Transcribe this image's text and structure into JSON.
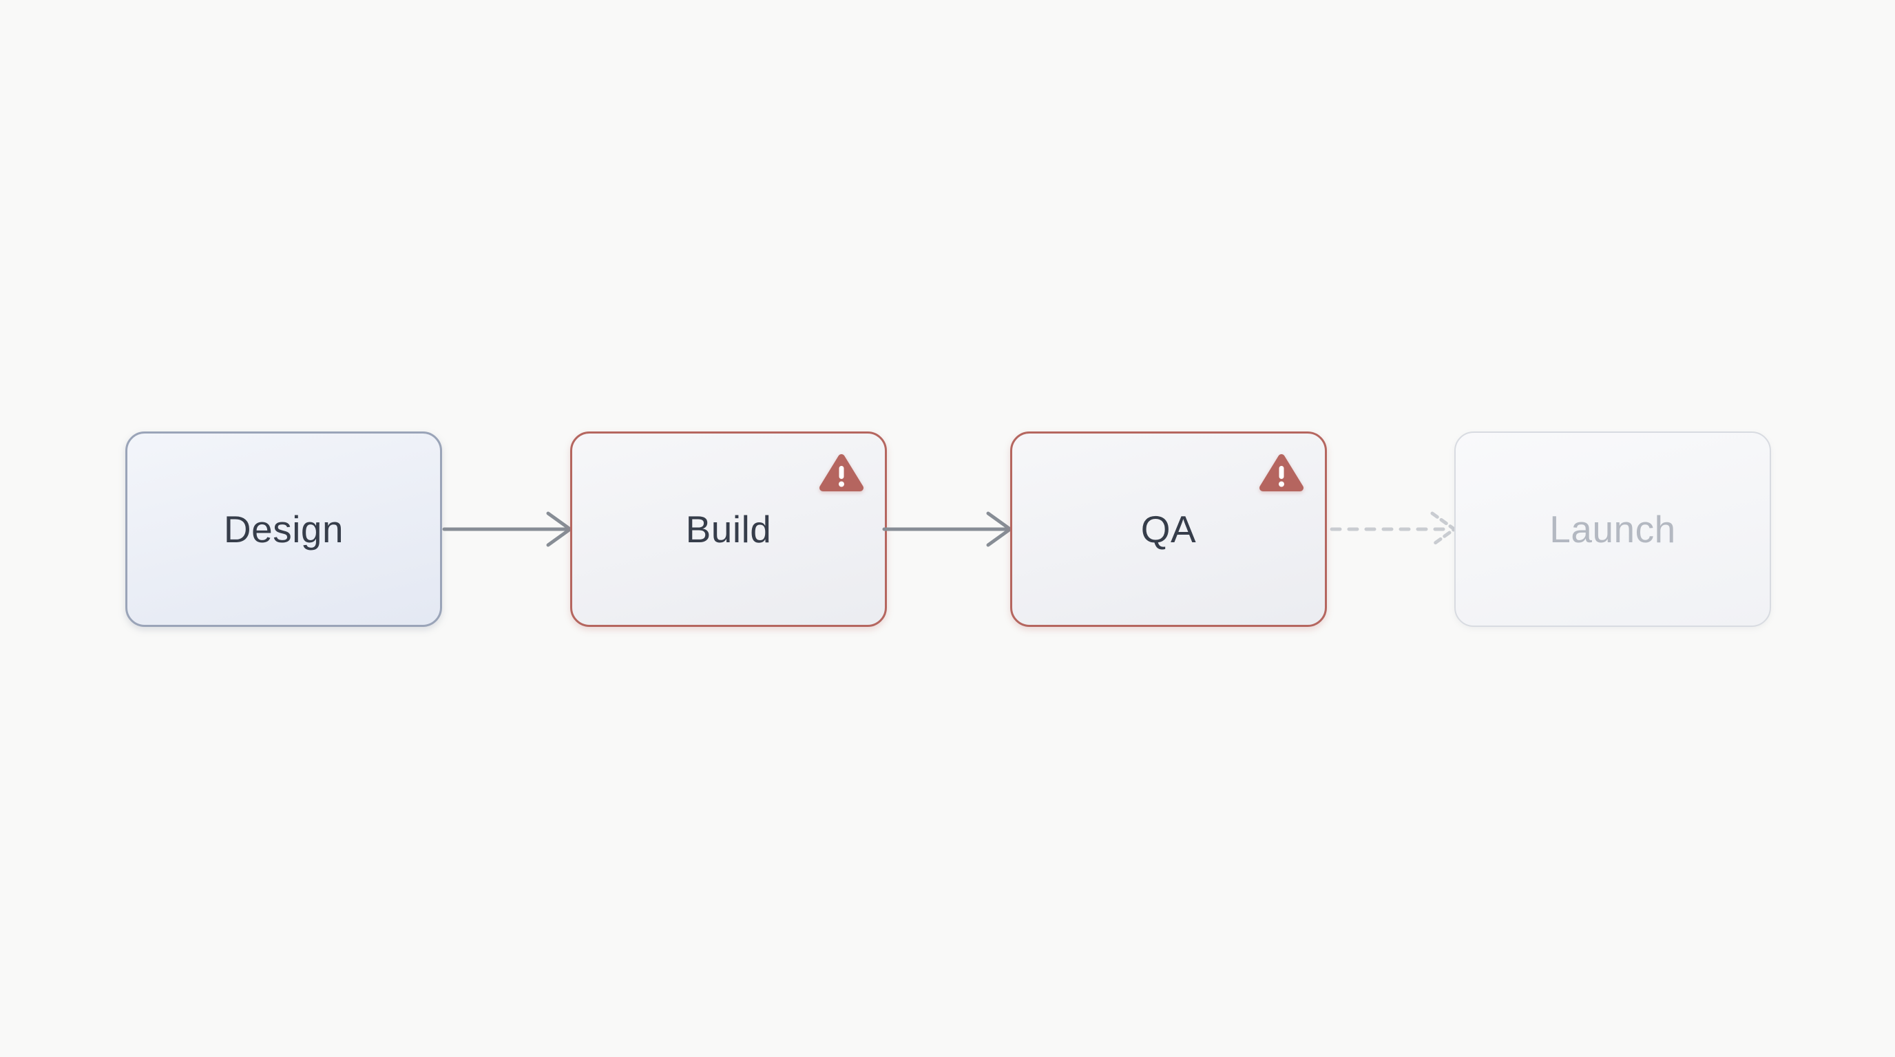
{
  "diagram": {
    "nodes": [
      {
        "id": "design",
        "label": "Design",
        "status": "normal",
        "warning": false
      },
      {
        "id": "build",
        "label": "Build",
        "status": "error",
        "warning": true
      },
      {
        "id": "qa",
        "label": "QA",
        "status": "error",
        "warning": true
      },
      {
        "id": "launch",
        "label": "Launch",
        "status": "disabled",
        "warning": false
      }
    ],
    "connectors": [
      {
        "from": "design",
        "to": "build",
        "style": "solid"
      },
      {
        "from": "build",
        "to": "qa",
        "style": "solid"
      },
      {
        "from": "qa",
        "to": "launch",
        "style": "dashed"
      }
    ],
    "icons": {
      "warning": "warning-triangle-icon"
    },
    "colors": {
      "canvas-bg": "#f9f9f8",
      "node-default-border": "#9aa4b8",
      "node-default-fill": "#e9edf6",
      "node-error-border": "#b5665f",
      "node-error-fill": "#eff0f4",
      "node-disabled-border": "#d8dbe1",
      "node-disabled-fill": "#f3f4f7",
      "text-dark": "#363d4a",
      "text-disabled": "#b3b8c1",
      "arrow-solid": "#878d95",
      "arrow-dashed": "#c9ccd1",
      "warning-icon": "#b5655f"
    }
  }
}
